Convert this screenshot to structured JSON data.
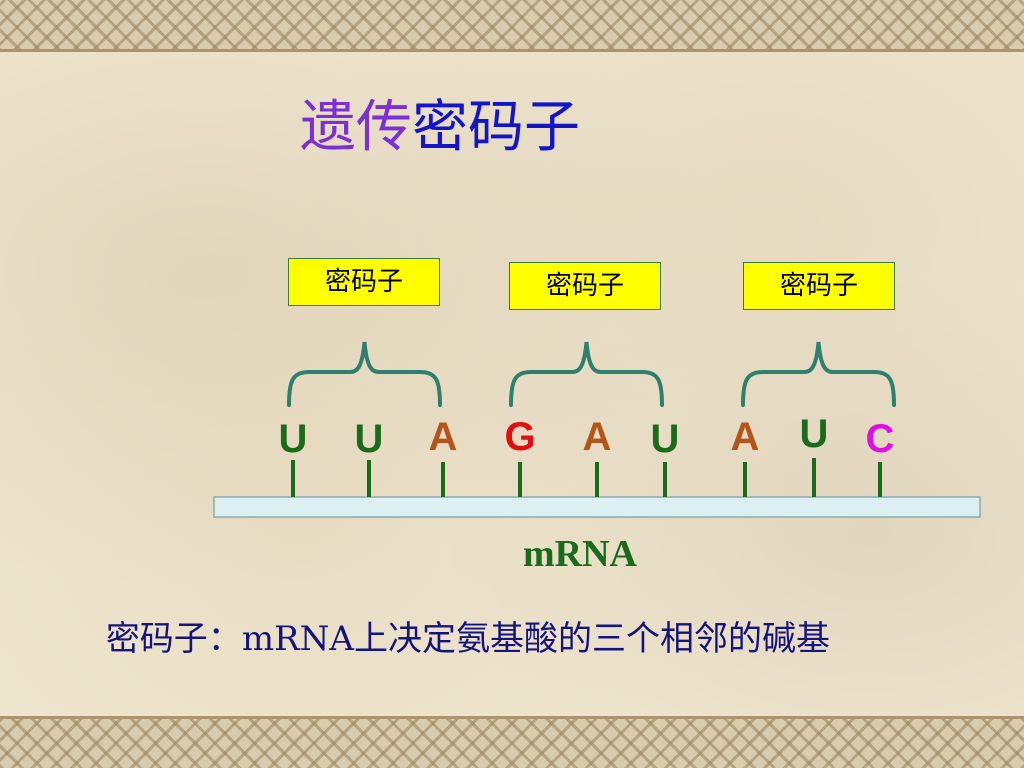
{
  "title": {
    "part1": "遗传",
    "part2": "密码子"
  },
  "codon_labels": [
    "密码子",
    "密码子",
    "密码子"
  ],
  "bases": [
    {
      "letter": "U",
      "color": "#1a6b1a"
    },
    {
      "letter": "U",
      "color": "#1a6b1a"
    },
    {
      "letter": "A",
      "color": "#b5541a"
    },
    {
      "letter": "G",
      "color": "#e01010"
    },
    {
      "letter": "A",
      "color": "#b5541a"
    },
    {
      "letter": "U",
      "color": "#1a6b1a"
    },
    {
      "letter": "A",
      "color": "#b5541a"
    },
    {
      "letter": "U",
      "color": "#1a6b1a"
    },
    {
      "letter": "C",
      "color": "#e010e0"
    }
  ],
  "strand_label": "mRNA",
  "definition": {
    "term": "密码子：",
    "text": "mRNA上决定氨基酸的三个相邻的碱基"
  },
  "colors": {
    "bracket": "#2f7f6f",
    "tick": "#1a6b1a",
    "strand_fill": "#dcf0f4",
    "strand_stroke": "#8aaab5"
  }
}
